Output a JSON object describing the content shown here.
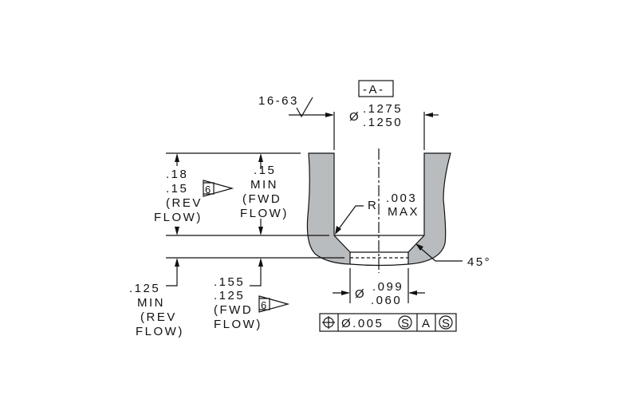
{
  "datum": "-A-",
  "surface_finish": "16-63",
  "bore_dia": {
    "symbol": "Ø",
    "upper": ".1275",
    "lower": ".1250"
  },
  "radius": {
    "prefix": "R",
    "value": ".003",
    "qualifier": "MAX"
  },
  "rev_depth": {
    "upper": ".18",
    "lower": ".15",
    "note1": "(REV",
    "note2": "FLOW)",
    "flag": "6"
  },
  "fwd_depth": {
    "value": ".15",
    "qualifier": "MIN",
    "note1": "(FWD",
    "note2": "FLOW)"
  },
  "rev_land": {
    "value": ".125",
    "qualifier": "MIN",
    "note1": "(REV",
    "note2": "FLOW)"
  },
  "fwd_land": {
    "upper": ".155",
    "lower": ".125",
    "note1": "(FWD",
    "note2": "FLOW)",
    "flag": "6"
  },
  "chamfer_angle": "45°",
  "orifice_dia": {
    "symbol": "Ø",
    "upper": ".099",
    "lower": ".060"
  },
  "fcf": {
    "tolerance": "Ø.005",
    "modifier": "S",
    "datum": "A",
    "datum_modifier": "S"
  }
}
